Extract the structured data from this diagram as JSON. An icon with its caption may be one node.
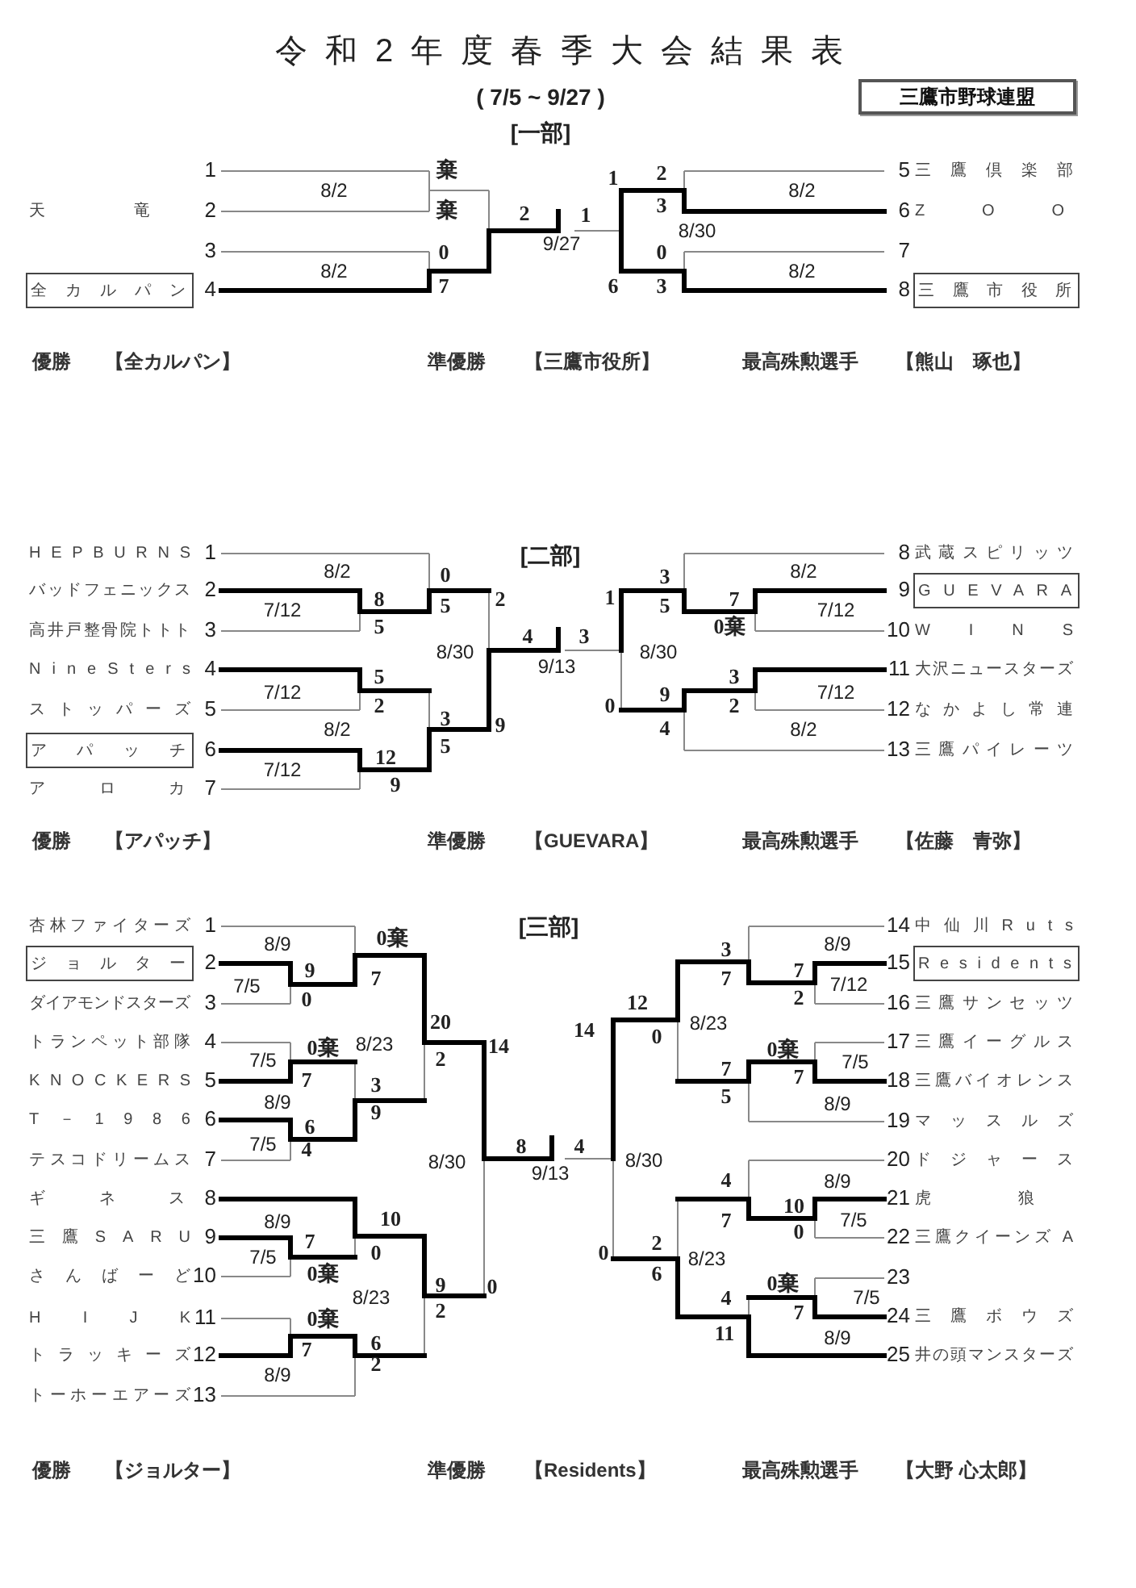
{
  "diagram": {
    "title": "令和2年度春季大会結果表",
    "nodes": [
      {
        "text": [
          "三鷹市野球連盟"
        ]
      },
      {
        "text": [
          "全カルパン"
        ]
      },
      {
        "text": [
          "三鷹市役所"
        ]
      },
      {
        "text": [
          "アパッチ"
        ]
      },
      {
        "text": [
          "GUEVARA"
        ]
      },
      {
        "text": [
          "ジョルター"
        ]
      },
      {
        "text": [
          "Residents"
        ]
      }
    ],
    "labels": [
      "( 7/5 ~ 9/27 )",
      "[一部]",
      "1",
      "5",
      "三鷹倶楽部",
      "天竜",
      "2",
      "6",
      "ZOO",
      "3",
      "7",
      "4",
      "8",
      "棄",
      "8/2",
      "棄",
      "2",
      "1",
      "2",
      "1",
      "3",
      "8/2",
      "9/27",
      "8/30",
      "0",
      "8/2",
      "7",
      "0",
      "8/2",
      "6",
      "3",
      "優勝",
      "【全カルパン】",
      "準優勝",
      "【三鷹市役所】",
      "最高殊勲選手",
      "【熊山　琢也】",
      "[二部]",
      "HEPBURNS",
      "1",
      "8",
      "武蔵スピリッツ",
      "バッドフェニックス",
      "2",
      "9",
      "高井戸整骨院トトト",
      "3",
      "10",
      "WINS",
      "NineSters",
      "4",
      "11",
      "大沢ニュースターズ",
      "ストッパーズ",
      "5",
      "12",
      "なかよし常連",
      "6",
      "13",
      "三鷹パイレーツ",
      "アロカ",
      "7",
      "8/2",
      "0",
      "3",
      "8/2",
      "7/12",
      "8",
      "5",
      "2",
      "1",
      "5",
      "7",
      "7/12",
      "5",
      "4",
      "3",
      "0棄",
      "8/30",
      "9/13",
      "8/30",
      "5",
      "3",
      "7/12",
      "9",
      "7/12",
      "2",
      "0",
      "2",
      "8/2",
      "3",
      "9",
      "4",
      "8/2",
      "7/12",
      "12",
      "5",
      "9",
      "優勝",
      "【アパッチ】",
      "準優勝",
      "【GUEVARA】",
      "最高殊勲選手",
      "【佐藤　青弥】",
      "[三部]",
      "杏林ファイターズ",
      "1",
      "14",
      "中仙川Ruts",
      "2",
      "15",
      "ダイアモンドスターズ",
      "3",
      "16",
      "三鷹サンセッツ",
      "トランペット部隊",
      "4",
      "17",
      "三鷹イーグルス",
      "KNOCKERS",
      "5",
      "18",
      "三鷹バイオレンス",
      "T－1986",
      "6",
      "19",
      "マッスルズ",
      "テスコドリームス",
      "7",
      "20",
      "ドジャース",
      "ギネス",
      "8",
      "21",
      "虎狼",
      "三鷹SARU",
      "9",
      "22",
      "三鷹クイーンズ A",
      "さんばーど",
      "10",
      "23",
      "HIJK",
      "11",
      "24",
      "三鷹ボウズ",
      "トラッキーズ",
      "12",
      "25",
      "井の頭マンスターズ",
      "トーホーエアーズ",
      "13",
      "8/9",
      "0棄",
      "3",
      "8/9",
      "7/5",
      "9",
      "7",
      "7",
      "7",
      "7/12",
      "0",
      "12",
      "2",
      "20",
      "14",
      "0",
      "8/23",
      "0棄",
      "8/23",
      "14",
      "0棄",
      "7/5",
      "2",
      "7",
      "7/5",
      "7",
      "3",
      "7",
      "8/9",
      "9",
      "5",
      "8/9",
      "6",
      "7/5",
      "4",
      "8",
      "4",
      "8/30",
      "9/13",
      "8/30",
      "4",
      "8/9",
      "10",
      "8/9",
      "10",
      "7",
      "7/5",
      "0",
      "7",
      "2",
      "7/5",
      "0",
      "0",
      "8/23",
      "0棄",
      "6",
      "9",
      "0",
      "0棄",
      "8/23",
      "4",
      "7/5",
      "2",
      "7",
      "0棄",
      "7",
      "6",
      "11",
      "8/9",
      "8/9",
      "2",
      "優勝",
      "【ジョルター】",
      "準優勝",
      "【Residents】",
      "最高殊勲選手",
      "【大野 心太郎】"
    ]
  }
}
